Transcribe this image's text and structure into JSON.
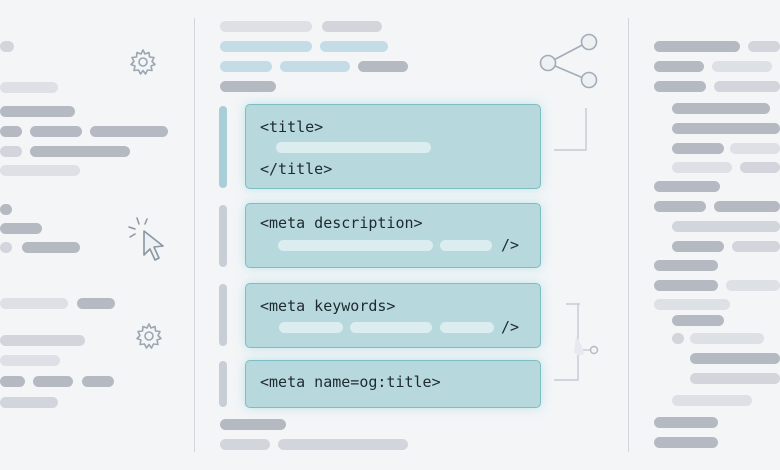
{
  "cards": {
    "title": {
      "open": "<title>",
      "close": "</title>"
    },
    "description": {
      "open": "<meta description>",
      "close": "/>"
    },
    "keywords": {
      "open": "<meta keywords>",
      "close": "/>"
    },
    "og_title": {
      "open": "<meta name=og:title>"
    }
  },
  "icons": [
    "gear-icon",
    "cursor-click-icon",
    "share-icon"
  ],
  "colors": {
    "card_bg": "#b7d8dd",
    "card_border": "#7fbcc4",
    "background": "#f3f5f7",
    "placeholder": "#b5bac2"
  }
}
